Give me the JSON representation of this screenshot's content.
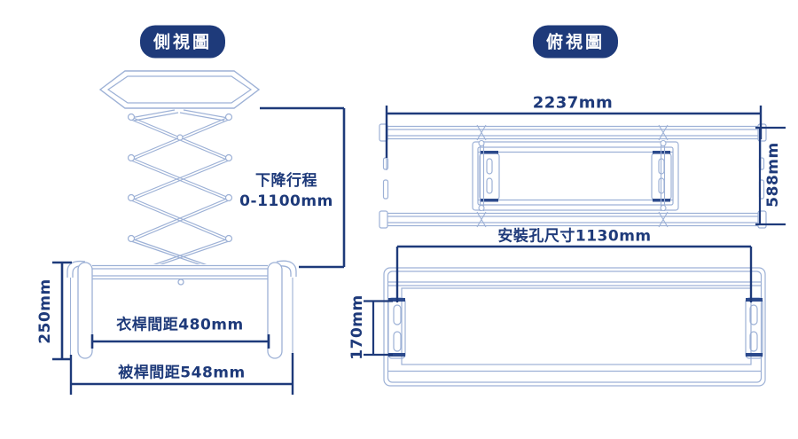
{
  "colors": {
    "navy": "#1e3a7a",
    "line_light": "#9db1d6",
    "badge_bg": "#1e3a7a",
    "badge_text": "#ffffff",
    "background": "#ffffff"
  },
  "side_view": {
    "badge": "側視圖",
    "drop_stroke_label": "下降行程",
    "drop_stroke_value": "0-1100mm",
    "frame_height": "250mm",
    "rod_spacing": "衣桿間距480mm",
    "quilt_rod_spacing": "被桿間距548mm"
  },
  "top_view": {
    "badge": "俯視圖",
    "overall_width": "2237mm",
    "overall_depth": "588mm",
    "mounting_hole": "安裝孔尺寸1130mm",
    "bracket_height": "170mm"
  }
}
